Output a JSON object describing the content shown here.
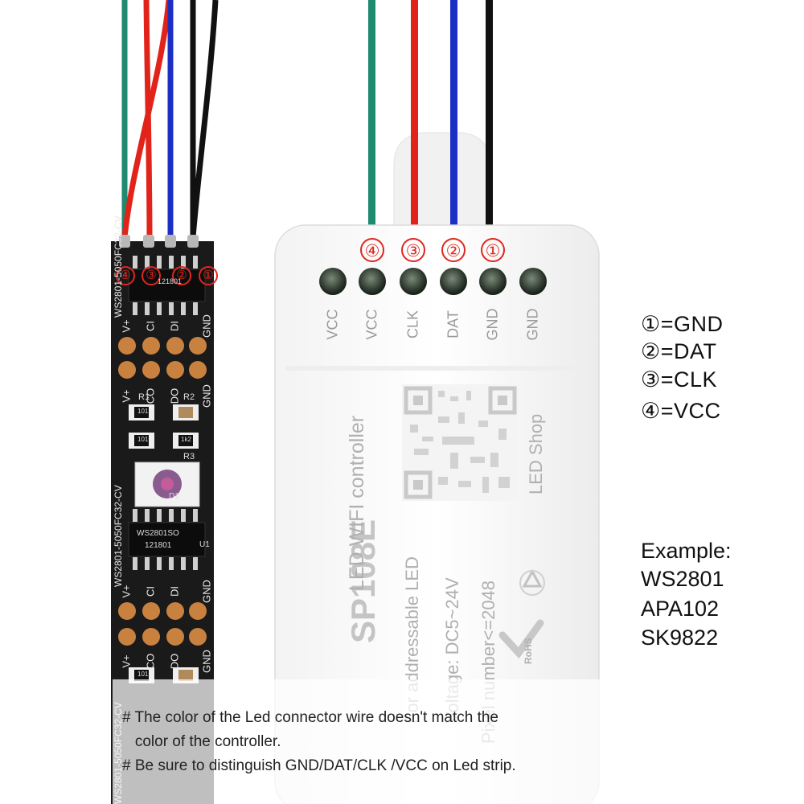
{
  "legend": [
    {
      "mark": "①",
      "text": "=GND"
    },
    {
      "mark": "②",
      "text": "=DAT"
    },
    {
      "mark": "③",
      "text": "=CLK"
    },
    {
      "mark": "④",
      "text": "=VCC"
    }
  ],
  "example": {
    "title": "Example:",
    "items": [
      "WS2801",
      "APA102",
      "SK9822"
    ]
  },
  "notes": [
    "# The color of the Led connector wire doesn't match the",
    "   color of the controller.",
    "# Be sure to distinguish GND/DAT/CLK /VCC on Led strip."
  ],
  "controller": {
    "terminals": [
      "VCC",
      "VCC",
      "CLK",
      "DAT",
      "GND",
      "GND"
    ],
    "wire_marks": [
      "④",
      "③",
      "②",
      "①"
    ],
    "model": "SP108E",
    "title": "LED WIFI controller",
    "lines": [
      "For addressable LED",
      "Voltage: DC5~24V",
      "Pixel number<=2048"
    ],
    "brand": "LED Shop",
    "rohs": "RoHS"
  },
  "strip": {
    "wire_marks": [
      "④",
      "③",
      "②",
      "①"
    ],
    "pads_top": [
      "V+",
      "CI",
      "DI",
      "GND"
    ],
    "pads_bottom": [
      "V+",
      "CO",
      "DO",
      "GND"
    ],
    "silk": "WS2801-5050FC32-CV",
    "chip": "WS2801SO",
    "chip_code": "121801",
    "res1": "101",
    "res2": "1k2",
    "r1": "R1",
    "r2": "R2",
    "r3": "R3",
    "d1": "D1",
    "u1": "U1"
  },
  "colors": {
    "wire_green": "#1f8a70",
    "wire_red": "#e2231a",
    "wire_blue": "#1b2fc4",
    "wire_black": "#111111",
    "strip_pcb": "#1a1a1a",
    "pad_copper": "#c9813f",
    "mark_red": "#e0261f"
  }
}
